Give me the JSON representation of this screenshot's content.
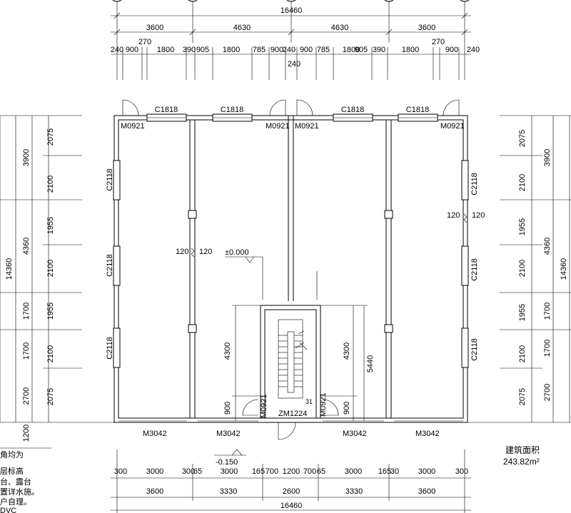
{
  "total_width": "16460",
  "top_bays": [
    "3600",
    "4630",
    "4630",
    "3600"
  ],
  "top_detail": [
    "240",
    "900",
    "270",
    "1800",
    "390",
    "905",
    "1800",
    "785",
    "900",
    "240",
    "900",
    "785",
    "1800",
    "905",
    "390",
    "1800",
    "270",
    "900",
    "240"
  ],
  "top_detail_extra": "240",
  "window_top": "C1818",
  "window_side": "C2118",
  "door_small": "M0921",
  "door_front": "M3042",
  "door_stair": "ZM1224",
  "wall_offset": "120",
  "elevation_ground": "±0.000",
  "elevation_outside": "-0.150",
  "left_total": "14360",
  "side_major": [
    "3900",
    "4360",
    "1700",
    "2700"
  ],
  "side_minor": [
    "2075",
    "2100",
    "1955",
    "2100",
    "1955",
    "2100",
    "2075"
  ],
  "extra_left": "1200",
  "stair_lengths": [
    "4300",
    "4300"
  ],
  "stair_total": "5440",
  "stair_small": "900",
  "stair_step": "31",
  "bottom_detail": [
    "300",
    "3000",
    "300",
    "65",
    "3000",
    "165",
    "700",
    "1200",
    "700",
    "65",
    "3000",
    "165",
    "30",
    "3000",
    "300"
  ],
  "bottom_bays": [
    "3600",
    "3330",
    "2600",
    "3330",
    "3600"
  ],
  "area_label": "建筑面积",
  "area_value": "243.82m²",
  "notes": [
    "角均为",
    "层标高",
    "台、露台",
    "置详水施。",
    "户自理。",
    "DVC"
  ]
}
